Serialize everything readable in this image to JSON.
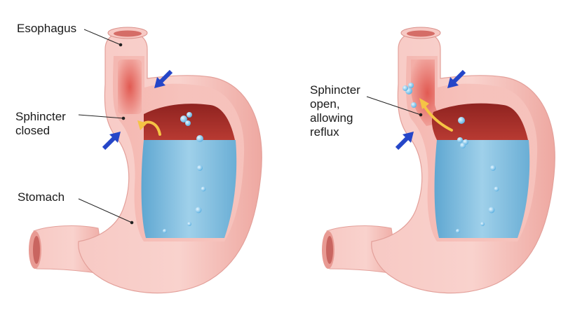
{
  "labels": {
    "esophagus": "Esophagus",
    "sphincter_closed": "Sphincter\nclosed",
    "stomach": "Stomach",
    "sphincter_open": "Sphincter\nopen,\nallowing\nreflux"
  },
  "colors": {
    "tissue": "#f6c2bd",
    "tissue_edge": "#e7a29b",
    "lumen": "#a3302b",
    "fluid": "#78b6d8",
    "pressure_arrow": "#2546c8",
    "flow_arrow": "#f5c445"
  },
  "icons": [
    "pressure-arrow-icon",
    "flow-arrow-icon",
    "bubble-icon"
  ]
}
